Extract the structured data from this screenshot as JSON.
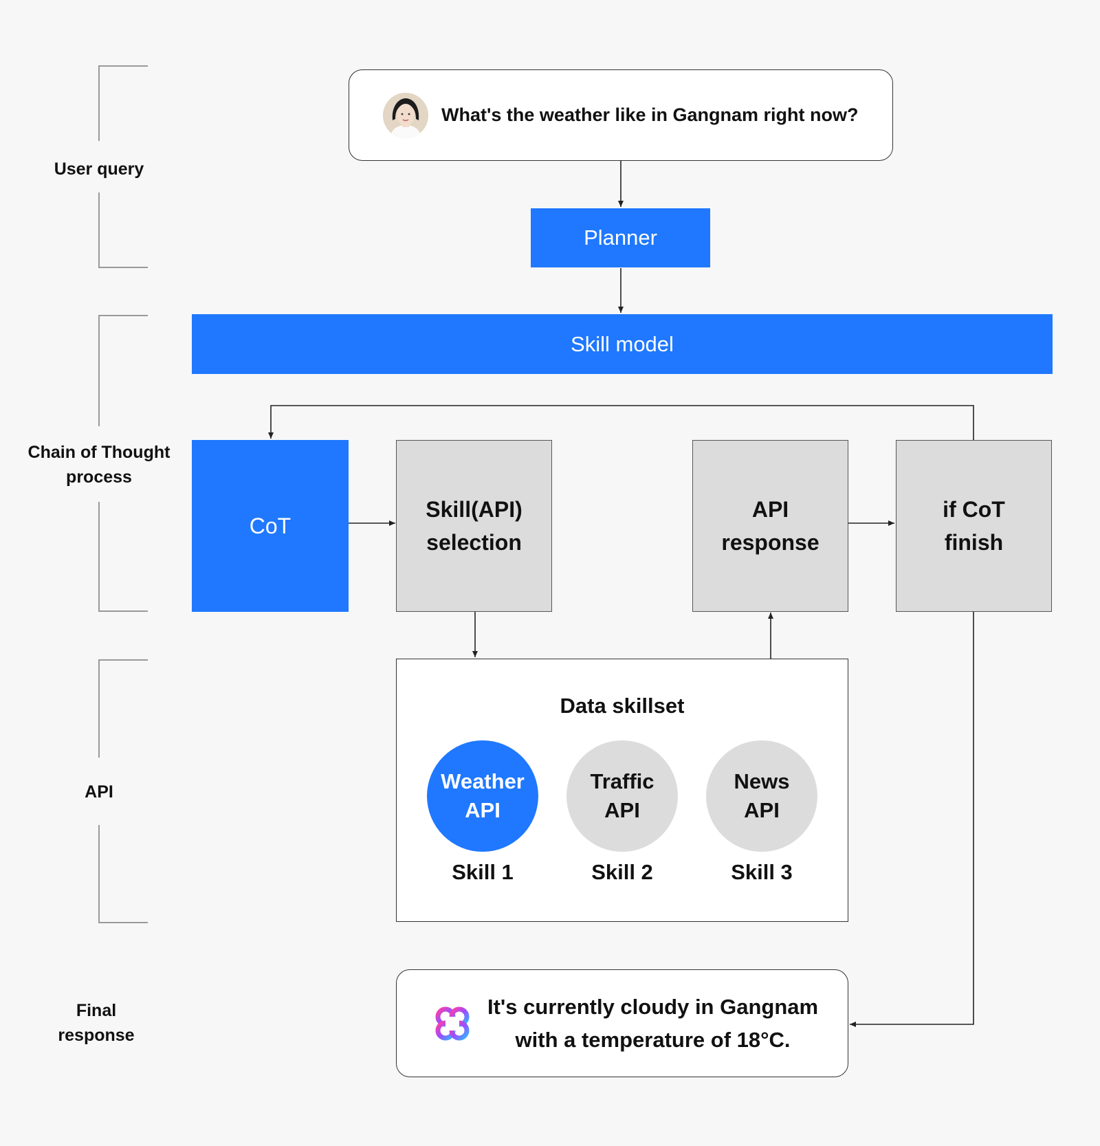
{
  "side_labels": {
    "user_query": "User query",
    "cot_line1": "Chain of Thought",
    "cot_line2": "process",
    "api": "API",
    "final_line1": "Final",
    "final_line2": "response"
  },
  "query": {
    "text": "What's the weather like in Gangnam right now?"
  },
  "planner": {
    "label": "Planner"
  },
  "skill_model": {
    "label": "Skill model"
  },
  "cot": {
    "label": "CoT"
  },
  "skill_selection": {
    "line1": "Skill(API)",
    "line2": "selection"
  },
  "api_response": {
    "line1": "API",
    "line2": "response"
  },
  "cot_finish": {
    "line1": "if CoT",
    "line2": "finish"
  },
  "skillset": {
    "title": "Data skillset",
    "skills": [
      {
        "line1": "Weather",
        "line2": "API",
        "caption": "Skill 1"
      },
      {
        "line1": "Traffic",
        "line2": "API",
        "caption": "Skill 2"
      },
      {
        "line1": "News",
        "line2": "API",
        "caption": "Skill 3"
      }
    ]
  },
  "final": {
    "line1": "It's currently cloudy in Gangnam",
    "line2": "with a temperature of 18°C."
  },
  "colors": {
    "blue": "#1f78ff",
    "gray": "#dcdcdc",
    "background": "#f7f7f7"
  },
  "icons": [
    "user-avatar",
    "assistant-logo-icon"
  ]
}
